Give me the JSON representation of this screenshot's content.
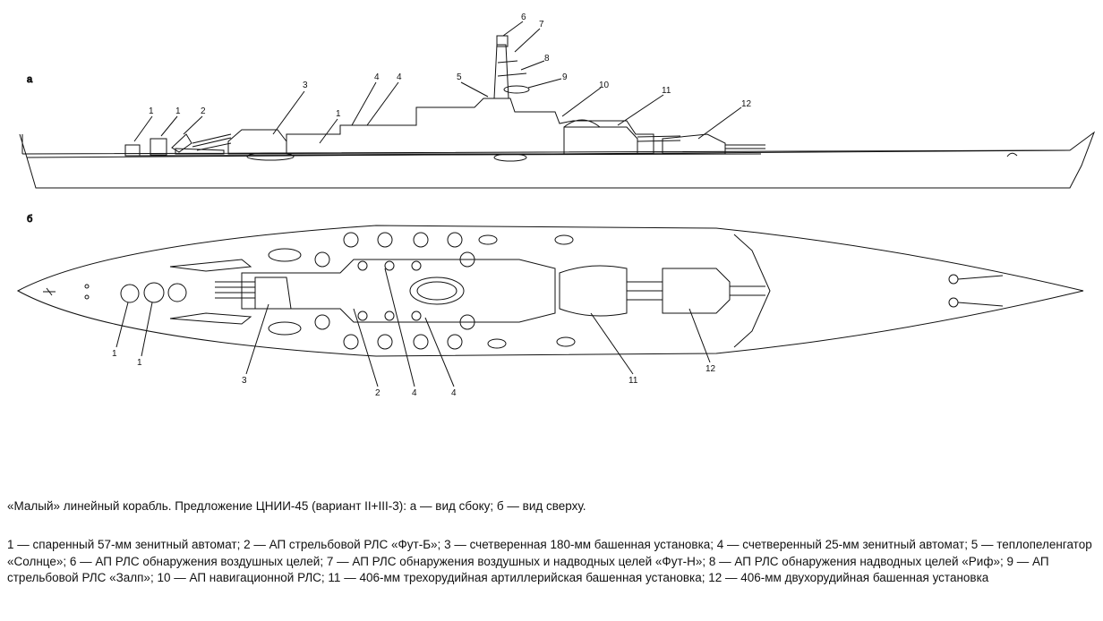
{
  "view_labels": {
    "side": "а",
    "top": "б"
  },
  "callouts_side": [
    "1",
    "1",
    "2",
    "3",
    "1",
    "4",
    "4",
    "5",
    "6",
    "7",
    "8",
    "9",
    "10",
    "11",
    "12"
  ],
  "callouts_top": [
    "1",
    "1",
    "3",
    "2",
    "4",
    "4",
    "11",
    "12"
  ],
  "caption": "«Малый» линейный корабль. Предложение ЦНИИ-45 (вариант II+III-3): а — вид сбоку; б —  вид сверху.",
  "legend": "1 — спаренный 57-мм зенитный автомат; 2 — АП стрельбовой РЛС «Фут-Б»; 3 — счетверенная 180-мм башенная установка; 4 — счетверенный 25-мм зенитный автомат; 5 — теплопеленгатор «Солнце»; 6 — АП РЛС обнаружения воздушных целей; 7 — АП РЛС обнаружения воздушных и надводных целей «Фут-Н»; 8 — АП РЛС обнаружения надводных целей «Риф»; 9 — АП стрельбовой РЛС «Залп»; 10 — АП навигационной РЛС; 11 — 406-мм трехорудийная артиллерийская  башенная установка; 12 — 406-мм двухорудийная башенная установка"
}
